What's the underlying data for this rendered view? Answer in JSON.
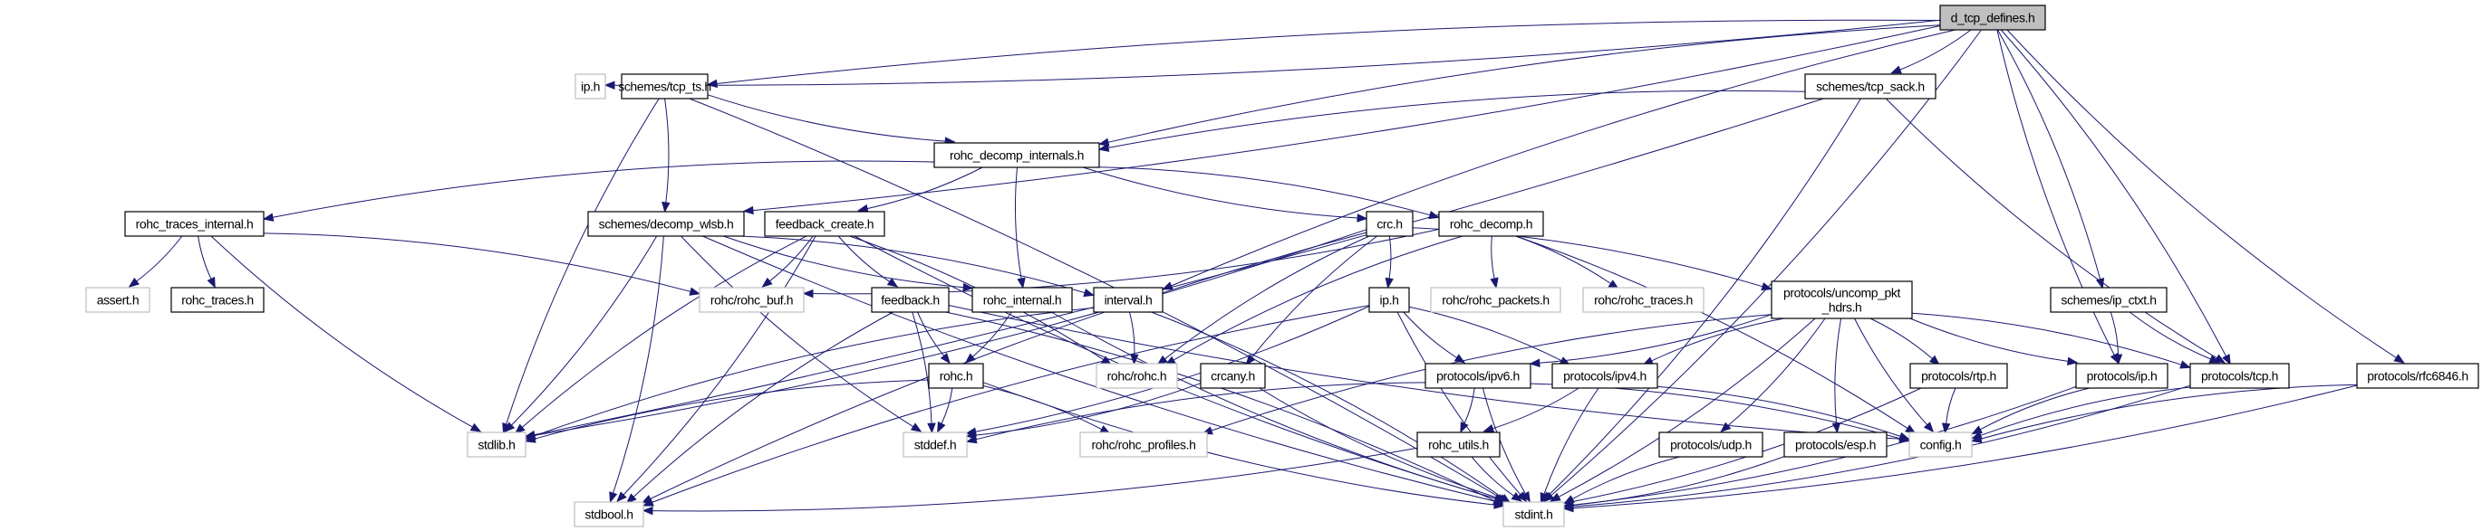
{
  "title": "d_tcp_defines.h",
  "colors": {
    "edge": "#191970",
    "root_fill": "#bfbfbf",
    "node_fill": "#ffffff",
    "node_border": "#000000",
    "external_border": "#bfbfbf"
  },
  "nodes": [
    {
      "id": "root",
      "label": "d_tcp_defines.h",
      "kind": "root"
    },
    {
      "id": "ip_h_top",
      "label": "ip.h",
      "kind": "external"
    },
    {
      "id": "tcp_ts",
      "label": "schemes/tcp_ts.h",
      "kind": "documented"
    },
    {
      "id": "tcp_sack",
      "label": "schemes/tcp_sack.h",
      "kind": "documented"
    },
    {
      "id": "decomp_internals",
      "label": "rohc_decomp_internals.h",
      "kind": "documented"
    },
    {
      "id": "traces_internal",
      "label": "rohc_traces_internal.h",
      "kind": "documented"
    },
    {
      "id": "decomp_wlsb",
      "label": "schemes/decomp_wlsb.h",
      "kind": "documented"
    },
    {
      "id": "feedback_create",
      "label": "feedback_create.h",
      "kind": "documented"
    },
    {
      "id": "crc",
      "label": "crc.h",
      "kind": "documented"
    },
    {
      "id": "rohc_decomp",
      "label": "rohc_decomp.h",
      "kind": "documented"
    },
    {
      "id": "assert",
      "label": "assert.h",
      "kind": "external"
    },
    {
      "id": "rohc_traces",
      "label": "rohc_traces.h",
      "kind": "documented"
    },
    {
      "id": "rohc_buf",
      "label": "rohc/rohc_buf.h",
      "kind": "external"
    },
    {
      "id": "feedback",
      "label": "feedback.h",
      "kind": "documented"
    },
    {
      "id": "rohc_internal",
      "label": "rohc_internal.h",
      "kind": "documented"
    },
    {
      "id": "interval",
      "label": "interval.h",
      "kind": "documented"
    },
    {
      "id": "ip_h",
      "label": "ip.h",
      "kind": "documented"
    },
    {
      "id": "rohc_packets",
      "label": "rohc/rohc_packets.h",
      "kind": "external"
    },
    {
      "id": "rohc_traces_ext",
      "label": "rohc/rohc_traces.h",
      "kind": "external"
    },
    {
      "id": "uncomp_pkt_hdrs",
      "label": "protocols/uncomp_pkt\n_hdrs.h",
      "kind": "documented"
    },
    {
      "id": "ip_ctxt",
      "label": "schemes/ip_ctxt.h",
      "kind": "documented"
    },
    {
      "id": "rohc_h",
      "label": "rohc.h",
      "kind": "documented"
    },
    {
      "id": "rohc_rohc",
      "label": "rohc/rohc.h",
      "kind": "external"
    },
    {
      "id": "crcany",
      "label": "crcany.h",
      "kind": "documented"
    },
    {
      "id": "ipv6",
      "label": "protocols/ipv6.h",
      "kind": "documented"
    },
    {
      "id": "ipv4",
      "label": "protocols/ipv4.h",
      "kind": "documented"
    },
    {
      "id": "rtp",
      "label": "protocols/rtp.h",
      "kind": "documented"
    },
    {
      "id": "proto_ip",
      "label": "protocols/ip.h",
      "kind": "documented"
    },
    {
      "id": "proto_tcp",
      "label": "protocols/tcp.h",
      "kind": "documented"
    },
    {
      "id": "rfc6846",
      "label": "protocols/rfc6846.h",
      "kind": "documented"
    },
    {
      "id": "stdlib",
      "label": "stdlib.h",
      "kind": "external"
    },
    {
      "id": "stddef",
      "label": "stddef.h",
      "kind": "external"
    },
    {
      "id": "rohc_profiles",
      "label": "rohc/rohc_profiles.h",
      "kind": "external"
    },
    {
      "id": "rohc_utils",
      "label": "rohc_utils.h",
      "kind": "documented"
    },
    {
      "id": "udp",
      "label": "protocols/udp.h",
      "kind": "documented"
    },
    {
      "id": "esp",
      "label": "protocols/esp.h",
      "kind": "documented"
    },
    {
      "id": "config",
      "label": "config.h",
      "kind": "external"
    },
    {
      "id": "stdbool",
      "label": "stdbool.h",
      "kind": "external"
    },
    {
      "id": "stdint",
      "label": "stdint.h",
      "kind": "external"
    }
  ],
  "edges": [
    [
      "root",
      "ip_h_top"
    ],
    [
      "root",
      "tcp_ts"
    ],
    [
      "root",
      "tcp_sack"
    ],
    [
      "root",
      "decomp_internals"
    ],
    [
      "root",
      "decomp_wlsb"
    ],
    [
      "root",
      "interval"
    ],
    [
      "root",
      "ip_ctxt"
    ],
    [
      "root",
      "proto_ip"
    ],
    [
      "root",
      "proto_tcp"
    ],
    [
      "root",
      "rfc6846"
    ],
    [
      "root",
      "stdint"
    ],
    [
      "tcp_ts",
      "decomp_internals"
    ],
    [
      "tcp_ts",
      "decomp_wlsb"
    ],
    [
      "tcp_ts",
      "stdlib"
    ],
    [
      "tcp_ts",
      "stdint"
    ],
    [
      "tcp_sack",
      "decomp_internals"
    ],
    [
      "tcp_sack",
      "stdlib"
    ],
    [
      "tcp_sack",
      "proto_tcp"
    ],
    [
      "tcp_sack",
      "stdint"
    ],
    [
      "decomp_internals",
      "traces_internal"
    ],
    [
      "decomp_internals",
      "feedback_create"
    ],
    [
      "decomp_internals",
      "crc"
    ],
    [
      "decomp_internals",
      "rohc_decomp"
    ],
    [
      "decomp_internals",
      "rohc_internal"
    ],
    [
      "traces_internal",
      "assert"
    ],
    [
      "traces_internal",
      "rohc_traces"
    ],
    [
      "traces_internal",
      "rohc_buf"
    ],
    [
      "traces_internal",
      "stdlib"
    ],
    [
      "decomp_wlsb",
      "interval"
    ],
    [
      "decomp_wlsb",
      "rohc_internal"
    ],
    [
      "decomp_wlsb",
      "stdlib"
    ],
    [
      "decomp_wlsb",
      "stddef"
    ],
    [
      "decomp_wlsb",
      "stdbool"
    ],
    [
      "decomp_wlsb",
      "stdint"
    ],
    [
      "feedback_create",
      "rohc_buf"
    ],
    [
      "feedback_create",
      "feedback"
    ],
    [
      "feedback_create",
      "rohc_rohc"
    ],
    [
      "feedback_create",
      "stdlib"
    ],
    [
      "feedback_create",
      "stdbool"
    ],
    [
      "feedback_create",
      "stdint"
    ],
    [
      "crc",
      "ip_h"
    ],
    [
      "crc",
      "crcany"
    ],
    [
      "crc",
      "uncomp_pkt_hdrs"
    ],
    [
      "crc",
      "rohc_rohc"
    ],
    [
      "crc",
      "stdlib"
    ],
    [
      "crc",
      "stdbool"
    ],
    [
      "rohc_decomp",
      "rohc_buf"
    ],
    [
      "rohc_decomp",
      "rohc_packets"
    ],
    [
      "rohc_decomp",
      "rohc_traces_ext"
    ],
    [
      "rohc_decomp",
      "rohc_rohc"
    ],
    [
      "rohc_decomp",
      "config"
    ],
    [
      "feedback",
      "rohc_h"
    ],
    [
      "feedback",
      "stddef"
    ],
    [
      "feedback",
      "stdbool"
    ],
    [
      "feedback",
      "stdint"
    ],
    [
      "feedback",
      "config"
    ],
    [
      "rohc_internal",
      "rohc_h"
    ],
    [
      "rohc_internal",
      "stdint"
    ],
    [
      "interval",
      "rohc_rohc"
    ],
    [
      "interval",
      "stdlib"
    ],
    [
      "interval",
      "stdint"
    ],
    [
      "ip_h",
      "ipv6"
    ],
    [
      "ip_h",
      "ipv4"
    ],
    [
      "ip_h",
      "stdint"
    ],
    [
      "ip_h",
      "stddef"
    ],
    [
      "ip_h",
      "stdbool"
    ],
    [
      "uncomp_pkt_hdrs",
      "ipv6"
    ],
    [
      "uncomp_pkt_hdrs",
      "ipv4"
    ],
    [
      "uncomp_pkt_hdrs",
      "udp"
    ],
    [
      "uncomp_pkt_hdrs",
      "esp"
    ],
    [
      "uncomp_pkt_hdrs",
      "rtp"
    ],
    [
      "uncomp_pkt_hdrs",
      "proto_ip"
    ],
    [
      "uncomp_pkt_hdrs",
      "proto_tcp"
    ],
    [
      "uncomp_pkt_hdrs",
      "config"
    ],
    [
      "uncomp_pkt_hdrs",
      "stdint"
    ],
    [
      "uncomp_pkt_hdrs",
      "rohc_profiles"
    ],
    [
      "ip_ctxt",
      "proto_ip"
    ],
    [
      "ip_ctxt",
      "proto_tcp"
    ],
    [
      "rohc_h",
      "stddef"
    ],
    [
      "rohc_h",
      "stdlib"
    ],
    [
      "rohc_h",
      "rohc_profiles"
    ],
    [
      "rohc_h",
      "stdint"
    ],
    [
      "crcany",
      "stddef"
    ],
    [
      "crcany",
      "stdint"
    ],
    [
      "ipv6",
      "rohc_utils"
    ],
    [
      "ipv6",
      "stdint"
    ],
    [
      "ipv6",
      "config"
    ],
    [
      "ipv6",
      "stddef"
    ],
    [
      "ipv4",
      "rohc_utils"
    ],
    [
      "ipv4",
      "stdint"
    ],
    [
      "ipv4",
      "config"
    ],
    [
      "rtp",
      "config"
    ],
    [
      "rtp",
      "stdint"
    ],
    [
      "proto_ip",
      "config"
    ],
    [
      "proto_ip",
      "stdint"
    ],
    [
      "proto_tcp",
      "config"
    ],
    [
      "proto_tcp",
      "stdint"
    ],
    [
      "rfc6846",
      "config"
    ],
    [
      "rfc6846",
      "stdint"
    ],
    [
      "rohc_utils",
      "stdint"
    ],
    [
      "rohc_utils",
      "stdbool"
    ],
    [
      "udp",
      "stdint"
    ],
    [
      "esp",
      "stdint"
    ]
  ]
}
